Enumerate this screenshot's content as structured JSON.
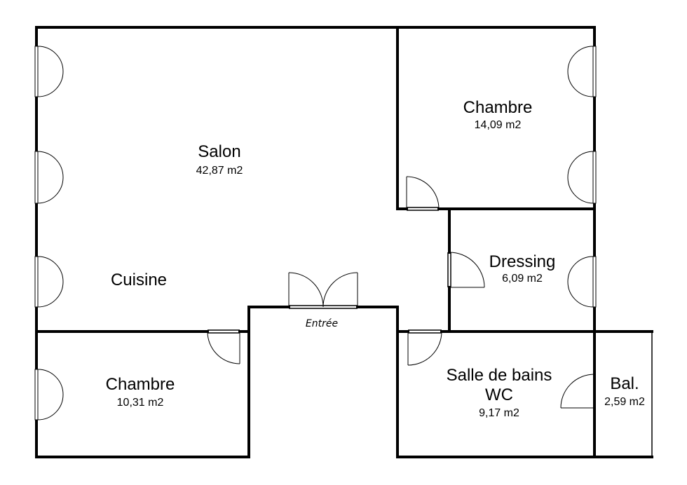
{
  "rooms": {
    "salon": {
      "name": "Salon",
      "area": "42,87 m2"
    },
    "chambre_top": {
      "name": "Chambre",
      "area": "14,09 m2"
    },
    "dressing": {
      "name": "Dressing",
      "area": "6,09 m2"
    },
    "cuisine": {
      "name": "Cuisine"
    },
    "entree": {
      "name": "Entrée"
    },
    "chambre_bottom": {
      "name": "Chambre",
      "area": "10,31 m2"
    },
    "salle_de_bains": {
      "name_line1": "Salle de bains",
      "name_line2": "WC",
      "area": "9,17 m2"
    },
    "balcon": {
      "name": "Bal.",
      "area": "2,59 m2"
    }
  }
}
